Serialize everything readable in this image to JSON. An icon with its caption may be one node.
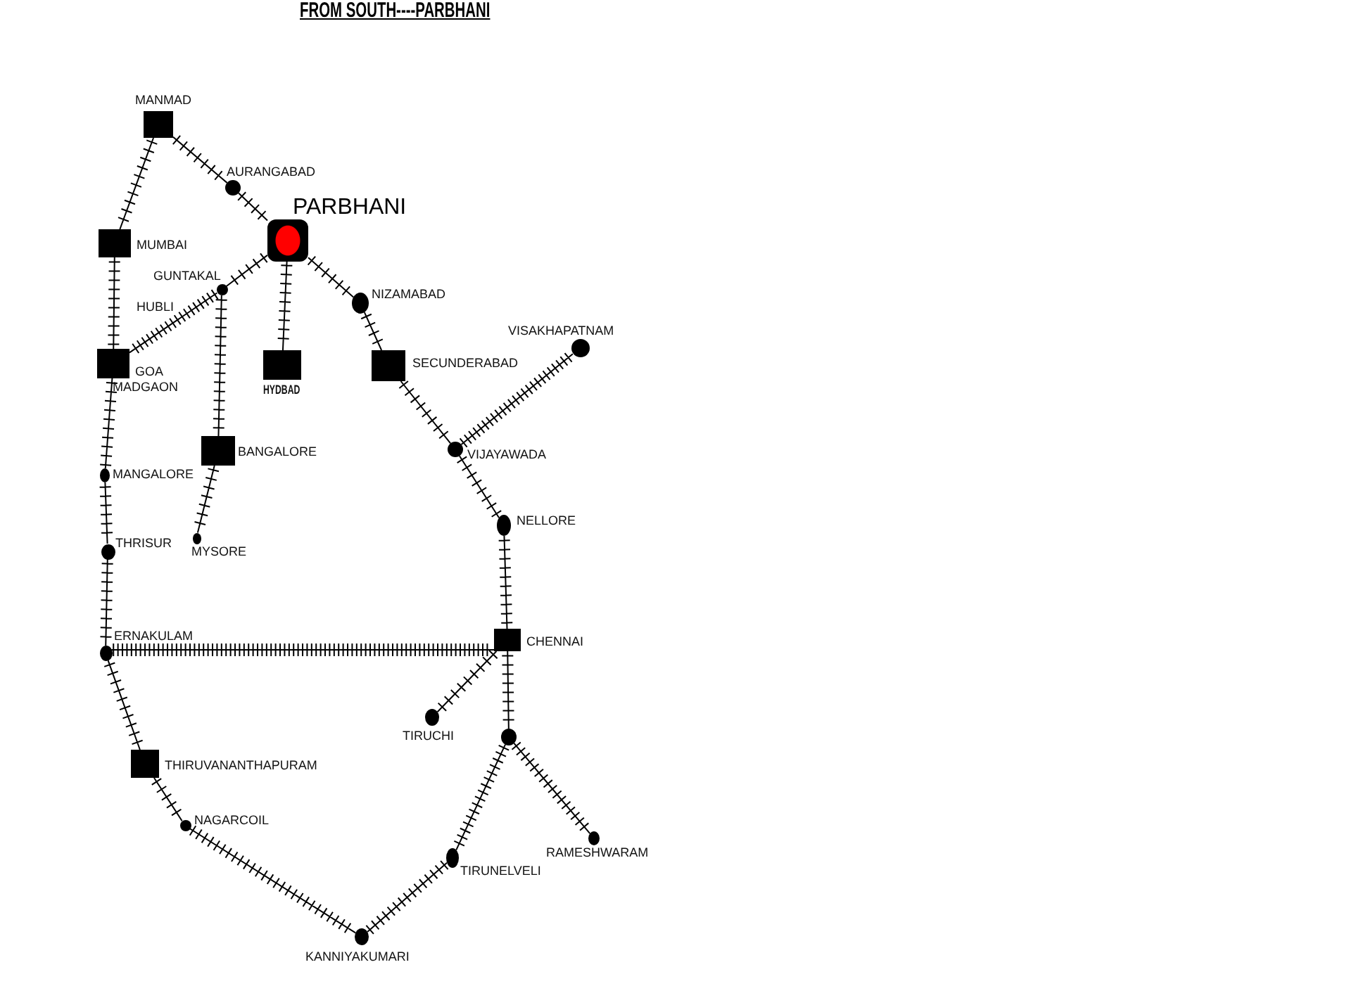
{
  "diagram": {
    "title": "FROM SOUTH----PARBHANI",
    "nodes": [
      {
        "text": [],
        "shape": "box",
        "beside": [
          "MANMAD"
        ]
      },
      {
        "text": [],
        "shape": "circle",
        "beside": [
          "AURANGABAD"
        ]
      },
      {
        "text": [],
        "shape": "box",
        "beside": [
          "PARBHANI"
        ]
      },
      {
        "text": [],
        "shape": "box",
        "beside": [
          "MUMBAI"
        ]
      },
      {
        "text": [],
        "shape": "circle",
        "beside": [
          "GUNTAKAL"
        ]
      },
      {
        "text": [],
        "shape": "circle",
        "beside": [
          "NIZAMABAD"
        ]
      },
      {
        "text": [],
        "shape": "circle",
        "beside": [
          "VISAKHAPATNAM"
        ]
      },
      {
        "text": [],
        "shape": "box",
        "beside": [
          "GOA",
          "MADGAON"
        ]
      },
      {
        "text": [],
        "shape": "box",
        "beside": [
          "HYDBAD"
        ]
      },
      {
        "text": [],
        "shape": "box",
        "beside": [
          "SECUNDERABAD"
        ]
      },
      {
        "text": [],
        "shape": "box",
        "beside": [
          "BANGALORE"
        ]
      },
      {
        "text": [],
        "shape": "circle",
        "beside": [
          "VIJAYAWADA"
        ]
      },
      {
        "text": [],
        "shape": "circle",
        "beside": [
          "MANGALORE"
        ]
      },
      {
        "text": [],
        "shape": "circle",
        "beside": [
          "NELLORE"
        ]
      },
      {
        "text": [],
        "shape": "circle",
        "beside": [
          "THRISUR"
        ]
      },
      {
        "text": [],
        "shape": "circle",
        "beside": [
          "MYSORE"
        ]
      },
      {
        "text": [],
        "shape": "circle",
        "beside": [
          "ERNAKULAM"
        ]
      },
      {
        "text": [],
        "shape": "box",
        "beside": [
          "CHENNAI"
        ]
      },
      {
        "text": [],
        "shape": "circle",
        "beside": [
          "TIRUCHI"
        ]
      },
      {
        "text": [],
        "shape": "circle"
      },
      {
        "text": [],
        "shape": "box",
        "beside": [
          "THIRUVANANTHAPURAM"
        ]
      },
      {
        "text": [],
        "shape": "circle",
        "beside": [
          "NAGARCOIL"
        ]
      },
      {
        "text": [],
        "shape": "circle",
        "beside": [
          "RAMESHWARAM"
        ]
      },
      {
        "text": [],
        "shape": "circle",
        "beside": [
          "TIRUNELVELI"
        ]
      },
      {
        "text": [],
        "shape": "circle",
        "beside": [
          "KANNIYAKUMARI"
        ]
      }
    ],
    "edges": [
      {
        "from": 0,
        "to": 1,
        "arrow": "none"
      },
      {
        "from": 1,
        "to": 2,
        "arrow": "none"
      },
      {
        "from": 0,
        "to": 3,
        "arrow": "none"
      },
      {
        "from": 2,
        "to": 4,
        "arrow": "none"
      },
      {
        "from": 2,
        "to": 5,
        "arrow": "none"
      },
      {
        "from": 2,
        "to": 8,
        "arrow": "none"
      },
      {
        "from": 3,
        "to": 7,
        "arrow": "none"
      },
      {
        "from": 4,
        "to": 7,
        "arrow": "none"
      },
      {
        "from": 4,
        "to": 10,
        "arrow": "none"
      },
      {
        "from": 5,
        "to": 9,
        "arrow": "none"
      },
      {
        "from": 9,
        "to": 11,
        "arrow": "none"
      },
      {
        "from": 11,
        "to": 6,
        "arrow": "none"
      },
      {
        "from": 7,
        "to": 12,
        "arrow": "none"
      },
      {
        "from": 10,
        "to": 15,
        "arrow": "none"
      },
      {
        "from": 11,
        "to": 13,
        "arrow": "none"
      },
      {
        "from": 12,
        "to": 14,
        "arrow": "none"
      },
      {
        "from": 14,
        "to": 16,
        "arrow": "none"
      },
      {
        "from": 13,
        "to": 17,
        "arrow": "none"
      },
      {
        "from": 16,
        "to": 17,
        "arrow": "none"
      },
      {
        "from": 17,
        "to": 18,
        "arrow": "none"
      },
      {
        "from": 17,
        "to": 19,
        "arrow": "none"
      },
      {
        "from": 16,
        "to": 20,
        "arrow": "none"
      },
      {
        "from": 20,
        "to": 21,
        "arrow": "none"
      },
      {
        "from": 19,
        "to": 22,
        "arrow": "none"
      },
      {
        "from": 19,
        "to": 23,
        "arrow": "none"
      },
      {
        "from": 21,
        "to": 24,
        "arrow": "none"
      },
      {
        "from": 23,
        "to": 24,
        "arrow": "none"
      }
    ],
    "labels": [
      "HUBLI"
    ]
  }
}
